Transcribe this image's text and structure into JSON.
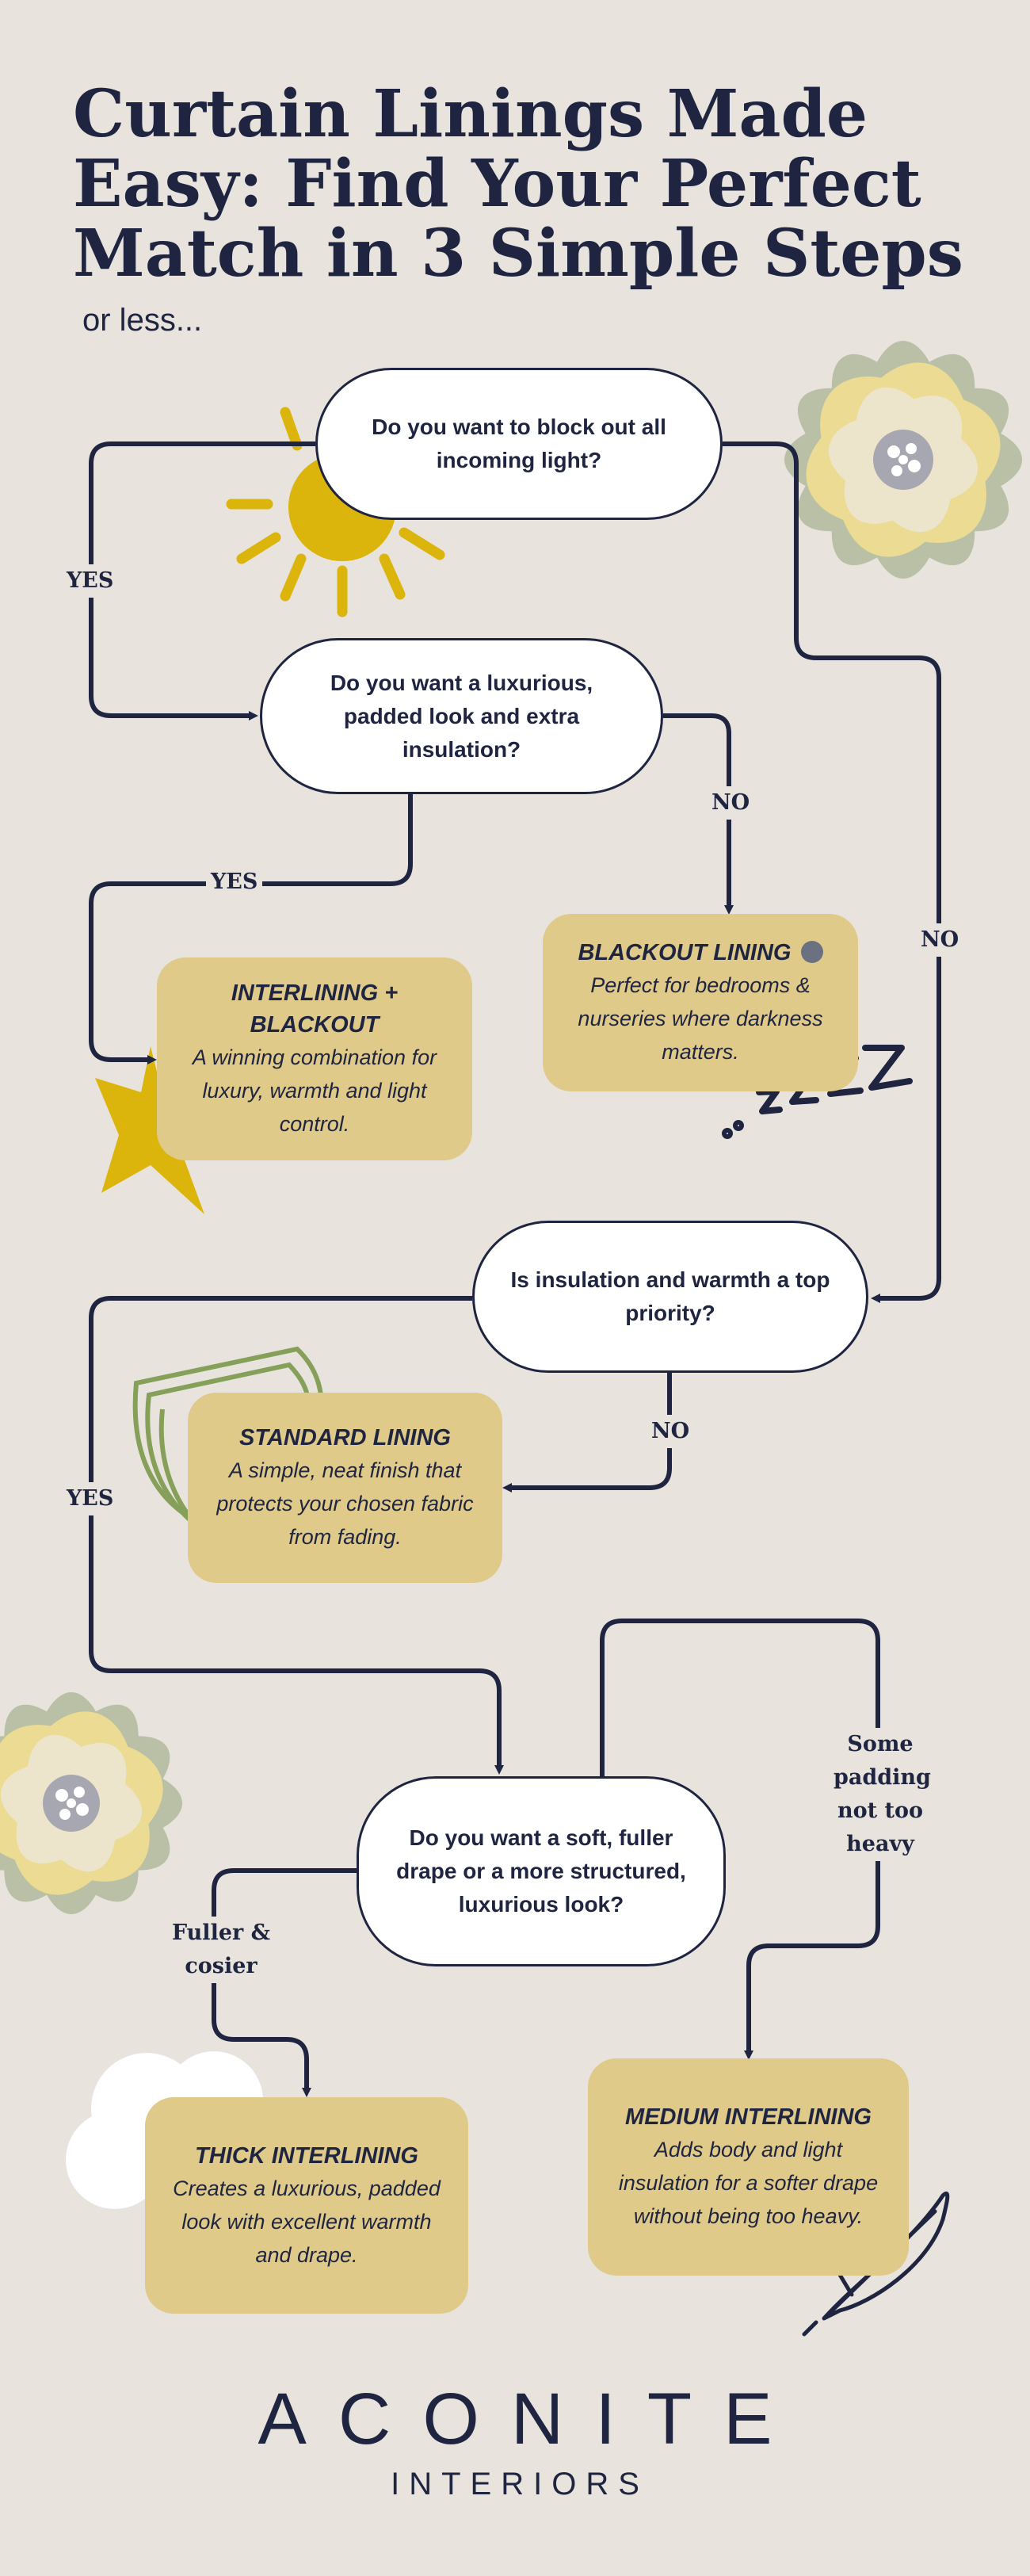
{
  "title": "Curtain Linings Made Easy: Find Your Perfect Match in 3 Simple Steps",
  "subtitle": "or less...",
  "questions": {
    "q1": "Do you want to block out all incoming light?",
    "q2": "Do you want a luxurious, padded look and extra insulation?",
    "q3": "Is insulation and warmth a top priority?",
    "q4": "Do you want a soft, fuller drape or a more structured, luxurious look?"
  },
  "answers": {
    "interlining_blackout": {
      "title": "INTERLINING + BLACKOUT",
      "desc": "A winning combination for luxury, warmth and light control."
    },
    "blackout": {
      "title": "BLACKOUT LINING",
      "desc": "Perfect for bedrooms & nurseries where darkness matters."
    },
    "standard": {
      "title": "STANDARD LINING",
      "desc": "A simple, neat finish that protects your chosen fabric from fading."
    },
    "thick": {
      "title": "THICK INTERLINING",
      "desc": "Creates a luxurious, padded look with excellent warmth and drape."
    },
    "medium": {
      "title": "MEDIUM INTERLINING",
      "desc": "Adds body and light insulation for a softer drape without being too heavy."
    }
  },
  "labels": {
    "q1_yes": "YES",
    "q1_no": "NO",
    "q2_yes": "YES",
    "q2_no": "NO",
    "q3_yes": "YES",
    "q3_no": "NO",
    "q4_left": "Fuller & cosier",
    "q4_right": "Some padding not too heavy"
  },
  "logo": {
    "name": "ACONITE",
    "tagline": "INTERIORS"
  },
  "colors": {
    "background": "#e8e3dd",
    "navy": "#1f2540",
    "answer_box": "#dfca8a",
    "sun": "#dbb40c",
    "flower_green": "#b6bda0",
    "flower_yellow": "#ebdb93",
    "leaf_green": "#86a05a"
  }
}
